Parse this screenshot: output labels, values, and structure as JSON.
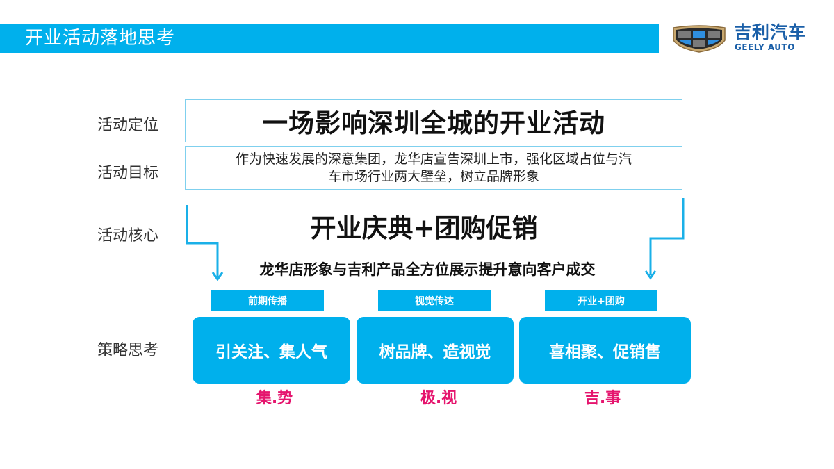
{
  "header": {
    "title": "开业活动落地思考",
    "accent_color": "#00b0ec"
  },
  "logo": {
    "name_cn": "吉利汽车",
    "name_en": "GEELY AUTO",
    "icon": "geely-badge-icon"
  },
  "rows": {
    "positioning": {
      "label": "活动定位",
      "text": "一场影响深圳全城的开业活动"
    },
    "goal": {
      "label": "活动目标",
      "line1": "作为快速发展的深意集团，龙华店宣告深圳上市，强化区域占位与汽",
      "line2": "车市场行业两大壁垒，树立品牌形象"
    },
    "core": {
      "label": "活动核心",
      "title": "开业庆典+团购促销",
      "subtitle": "龙华店形象与吉利产品全方位展示提升意向客户成交"
    },
    "strategy": {
      "label": "策略思考",
      "items": [
        {
          "tag": "前期传播",
          "card": "引关注、集人气",
          "keyword": "集.势"
        },
        {
          "tag": "视觉传达",
          "card": "树品牌、造视觉",
          "keyword": "极.视"
        },
        {
          "tag": "开业+团购",
          "card": "喜相聚、促销售",
          "keyword": "吉.事"
        }
      ]
    }
  },
  "colors": {
    "primary": "#00b0ec",
    "keyword": "#e5156e",
    "logo_text": "#1a5fa8"
  }
}
